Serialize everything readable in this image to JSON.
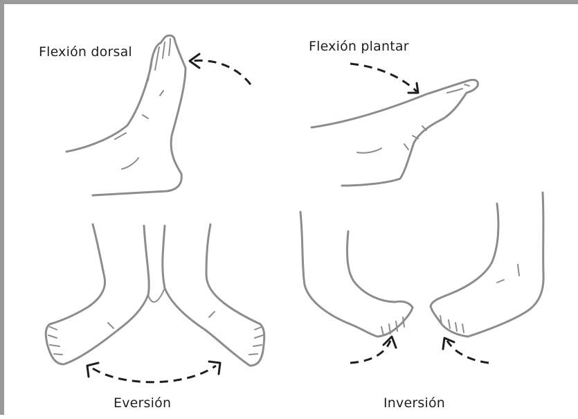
{
  "labels": {
    "dorsal": "Flexión dorsal",
    "plantar": "Flexión plantar",
    "eversion": "Eversión",
    "inversion": "Inversión"
  },
  "colors": {
    "frame": "#9a9a9a",
    "drawing": "#8c8c8c",
    "arrows": "#1e1e1e"
  }
}
